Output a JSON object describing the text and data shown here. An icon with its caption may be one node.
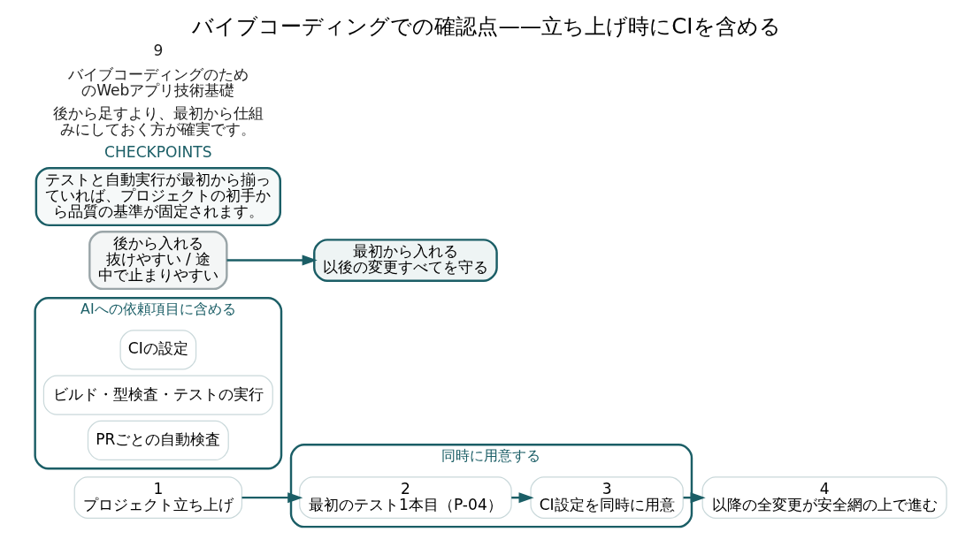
{
  "diagram": {
    "title": "バイブコーディングでの確認点——立ち上げ時にCIを含める",
    "nodes": [
      {
        "text": [
          "1",
          "プロジェクト立ち上げ"
        ]
      },
      {
        "text": [
          "同時に用意する"
        ]
      },
      {
        "text": [
          "2",
          "最初のテスト1本目（P-04）"
        ],
        "in": 1
      },
      {
        "text": [
          "3",
          "CI設定を同時に用意"
        ],
        "in": 1
      },
      {
        "text": [
          "4",
          "以降の全変更が安全網の上で進む"
        ]
      },
      {
        "text": [
          "AIへの依頼項目に含める"
        ]
      },
      {
        "text": [
          "CIの設定"
        ],
        "in": 5
      },
      {
        "text": [
          "ビルド・型検査・テストの実行"
        ],
        "in": 5
      },
      {
        "text": [
          "PRごとの自動検査"
        ],
        "in": 5
      },
      {
        "text": [
          "後から入れる",
          "抜けやすい / 途中で止まりやすい"
        ]
      },
      {
        "text": [
          "最初から入れる",
          "以後の変更すべてを守る"
        ]
      },
      {
        "text": [
          "テストと自動実行が最初から揃っていれば、プロジェクトの初手から品質の基準が固定されます。"
        ]
      }
    ],
    "edges": [
      {
        "from": 0,
        "to": 2,
        "arrow": "to"
      },
      {
        "from": 2,
        "to": 3,
        "arrow": "to"
      },
      {
        "from": 3,
        "to": 4,
        "arrow": "to"
      },
      {
        "from": 9,
        "to": 10,
        "arrow": "to"
      }
    ],
    "labels": [
      "CHECKPOINTS",
      "後から足すより、最初から仕組みにしておく方が確実です。",
      "バイブコーディングのためのWebアプリ技術基礎",
      "9"
    ]
  }
}
